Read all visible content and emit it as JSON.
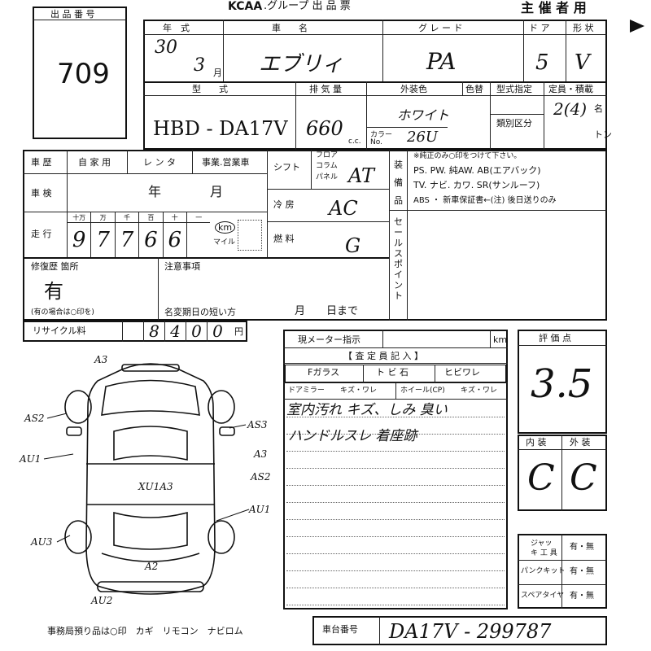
{
  "header": {
    "lot_label": "出 品 番 号",
    "lot_number": "709",
    "brand": "KCAA",
    "sheet_title": ".グループ  出 品 票",
    "organizer": "主 催 者 用"
  },
  "row1": {
    "year_label": "年　式",
    "car_name_label": "車　　名",
    "grade_label": "グ レ ー ド",
    "door_label": "ド ア",
    "shape_label": "形 状",
    "year_value": "30",
    "month_value": "3",
    "month_unit": "月",
    "car_name_value": "エブリィ",
    "grade_value": "PA",
    "door_value": "5",
    "shape_value": "V"
  },
  "row2": {
    "model_label": "型　　式",
    "displacement_label": "排 気 量",
    "exterior_color_label": "外装色",
    "color_change_label": "色替",
    "type_designation_label": "型式指定",
    "category_label": "類別区分",
    "capacity_label": "定員・積載",
    "model_value": "HBD - DA17V",
    "displacement_value": "660",
    "cc_unit": "c.c.",
    "exterior_color_value": "ホワイト",
    "color_no_label": "カラー No.",
    "color_no_value": "26U",
    "capacity_value": "2(4)",
    "capacity_unit": "名",
    "load_unit": "トン"
  },
  "history": {
    "history_label": "車 歴",
    "private_use": "自 家 用",
    "rental": "レ ン タ",
    "business": "事業.営業車",
    "inspection_label": "車 検",
    "year_unit": "年",
    "month_unit": "月",
    "mileage_label": "走 行",
    "digit_labels": [
      "十万",
      "万",
      "千",
      "百",
      "十",
      "一"
    ],
    "mileage_digits": [
      "9",
      "7",
      "7",
      "6",
      "6"
    ],
    "km_label": "km",
    "mile_label": "マイル"
  },
  "drivetrain": {
    "shift_label": "シフト",
    "floor_label": "フロア",
    "column_label": "コラム",
    "panel_label": "パネル",
    "shift_value": "AT",
    "ac_label": "冷 房",
    "ac_value": "AC",
    "fuel_label": "燃 料",
    "fuel_value": "G"
  },
  "equipment": {
    "equipment_label": "装 備 品",
    "note": "※純正のみ○印をつけて下さい。",
    "line1": "PS. PW. 純AW. AB(エアバック)",
    "line2": "TV. ナビ. カワ. SR(サンルーフ)",
    "line3": "ABS ・ 新車保証書←(注) 後日送りのみ",
    "sales_point_label": "セールスポイント"
  },
  "repair": {
    "repair_label": "修復歴 箇所",
    "repair_value": "有",
    "repair_note": "(有の場合は○印を)",
    "notes_label": "注意事項",
    "name_change_label": "名変期日の短い方",
    "deadline": "月　　日まで"
  },
  "recycle": {
    "label": "リサイクル料",
    "digits": [
      "8",
      "4",
      "0",
      "0"
    ],
    "unit": "円"
  },
  "inspector": {
    "meter_label": "現メーター指示",
    "km_unit": "km",
    "inspector_header": "【 査 定 員 記 入 】",
    "glass_label": "Fガラス",
    "chip_label": "ト ビ 石",
    "crack_label": "ヒビワレ",
    "mirror_label": "ドアミラー",
    "mirror_dmg": "キズ・ワレ",
    "wheel_label": "ホイール(CP)",
    "wheel_dmg": "キズ・ワレ",
    "remark1": "室内汚れ キズ、しみ 臭い",
    "remark2": "ハンドルスレ 着座跡"
  },
  "evaluation": {
    "score_label": "評 価 点",
    "score_value": "3.5",
    "interior_label": "内 装",
    "exterior_label": "外 装",
    "interior_value": "C",
    "exterior_value": "C"
  },
  "tools": {
    "jack_label": "ジャッキ 工 具",
    "jack_value": "有・無",
    "puncture_label": "パンクキット",
    "puncture_value": "有・無",
    "spare_label": "スペアタイヤ",
    "spare_value": "有・無"
  },
  "diagram": {
    "marks": [
      "A3",
      "AS2",
      "AU1",
      "AS3",
      "A3",
      "AS2",
      "AU1",
      "AU3",
      "XU1A3",
      "AU2",
      "A2"
    ]
  },
  "footer": {
    "keys_note": "事務局預り品は○印　カギ　リモコン　ナビロム",
    "chassis_label": "車台番号",
    "chassis_value": "DA17V - 299787"
  }
}
